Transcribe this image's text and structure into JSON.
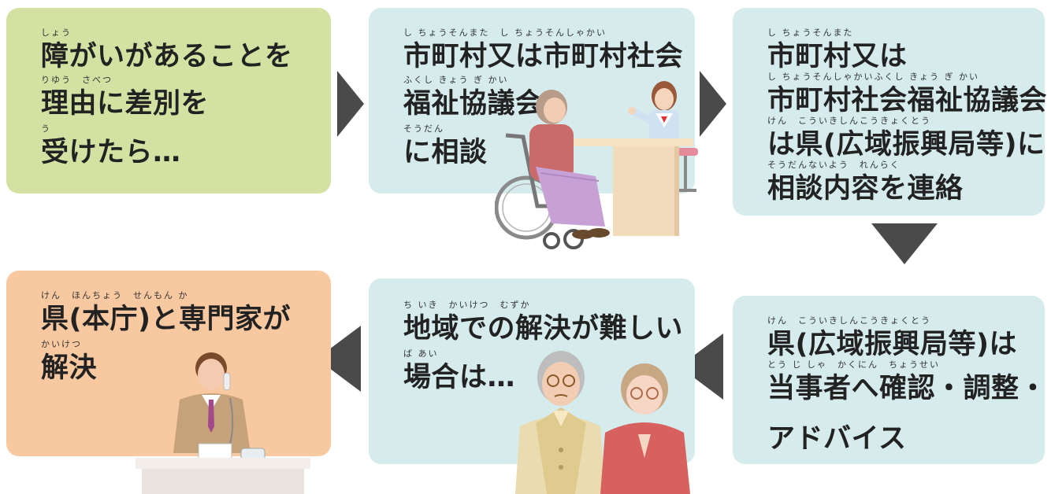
{
  "boxes": {
    "b1": {
      "lines": [
        {
          "ruby": "しょう",
          "text": "障がいがあることを"
        },
        {
          "ruby": "りゆう　さべつ",
          "text": "理由に差別を"
        },
        {
          "ruby": "う",
          "text": "受けたら…"
        }
      ]
    },
    "b2": {
      "lines": [
        {
          "ruby": "し ちょうそんまた　し ちょうそんしゃかい",
          "text": "市町村又は市町村社会"
        },
        {
          "ruby": "ふくし きょう ぎ かい",
          "text": "福祉協議会"
        },
        {
          "ruby": "そうだん",
          "text": "に相談"
        }
      ]
    },
    "b3": {
      "lines": [
        {
          "ruby": "し ちょうそんまた",
          "text": "市町村又は"
        },
        {
          "ruby": "し ちょうそんしゃかいふくし きょう ぎ かい",
          "text": "市町村社会福祉協議会"
        },
        {
          "ruby": "けん　こういきしんこうきょくとう",
          "text": "は県(広域振興局等)に"
        },
        {
          "ruby": "そうだんないよう　れんらく",
          "text": "相談内容を連絡"
        }
      ]
    },
    "b4": {
      "lines": [
        {
          "ruby": "けん　こういきしんこうきょくとう",
          "text": "県(広域振興局等)は"
        },
        {
          "ruby": "とう じ しゃ　かくにん　ちょうせい",
          "text": "当事者へ確認・調整・"
        },
        {
          "ruby": "",
          "text": "アドバイス"
        }
      ]
    },
    "b5": {
      "lines": [
        {
          "ruby": "ち いき　かいけつ　むずか",
          "text": "地域での解決が難しい"
        },
        {
          "ruby": "ば あい",
          "text": "場合は…"
        }
      ]
    },
    "b6": {
      "lines": [
        {
          "ruby": "けん　ほんちょう　せんもん か",
          "text": "県(本庁)と専門家が"
        },
        {
          "ruby": "かいけつ",
          "text": "解決"
        }
      ]
    }
  },
  "colors": {
    "green": "#d3e2a2",
    "blue": "#d5ebec",
    "orange": "#f8c8a0",
    "arrow": "#4a4a4a"
  }
}
